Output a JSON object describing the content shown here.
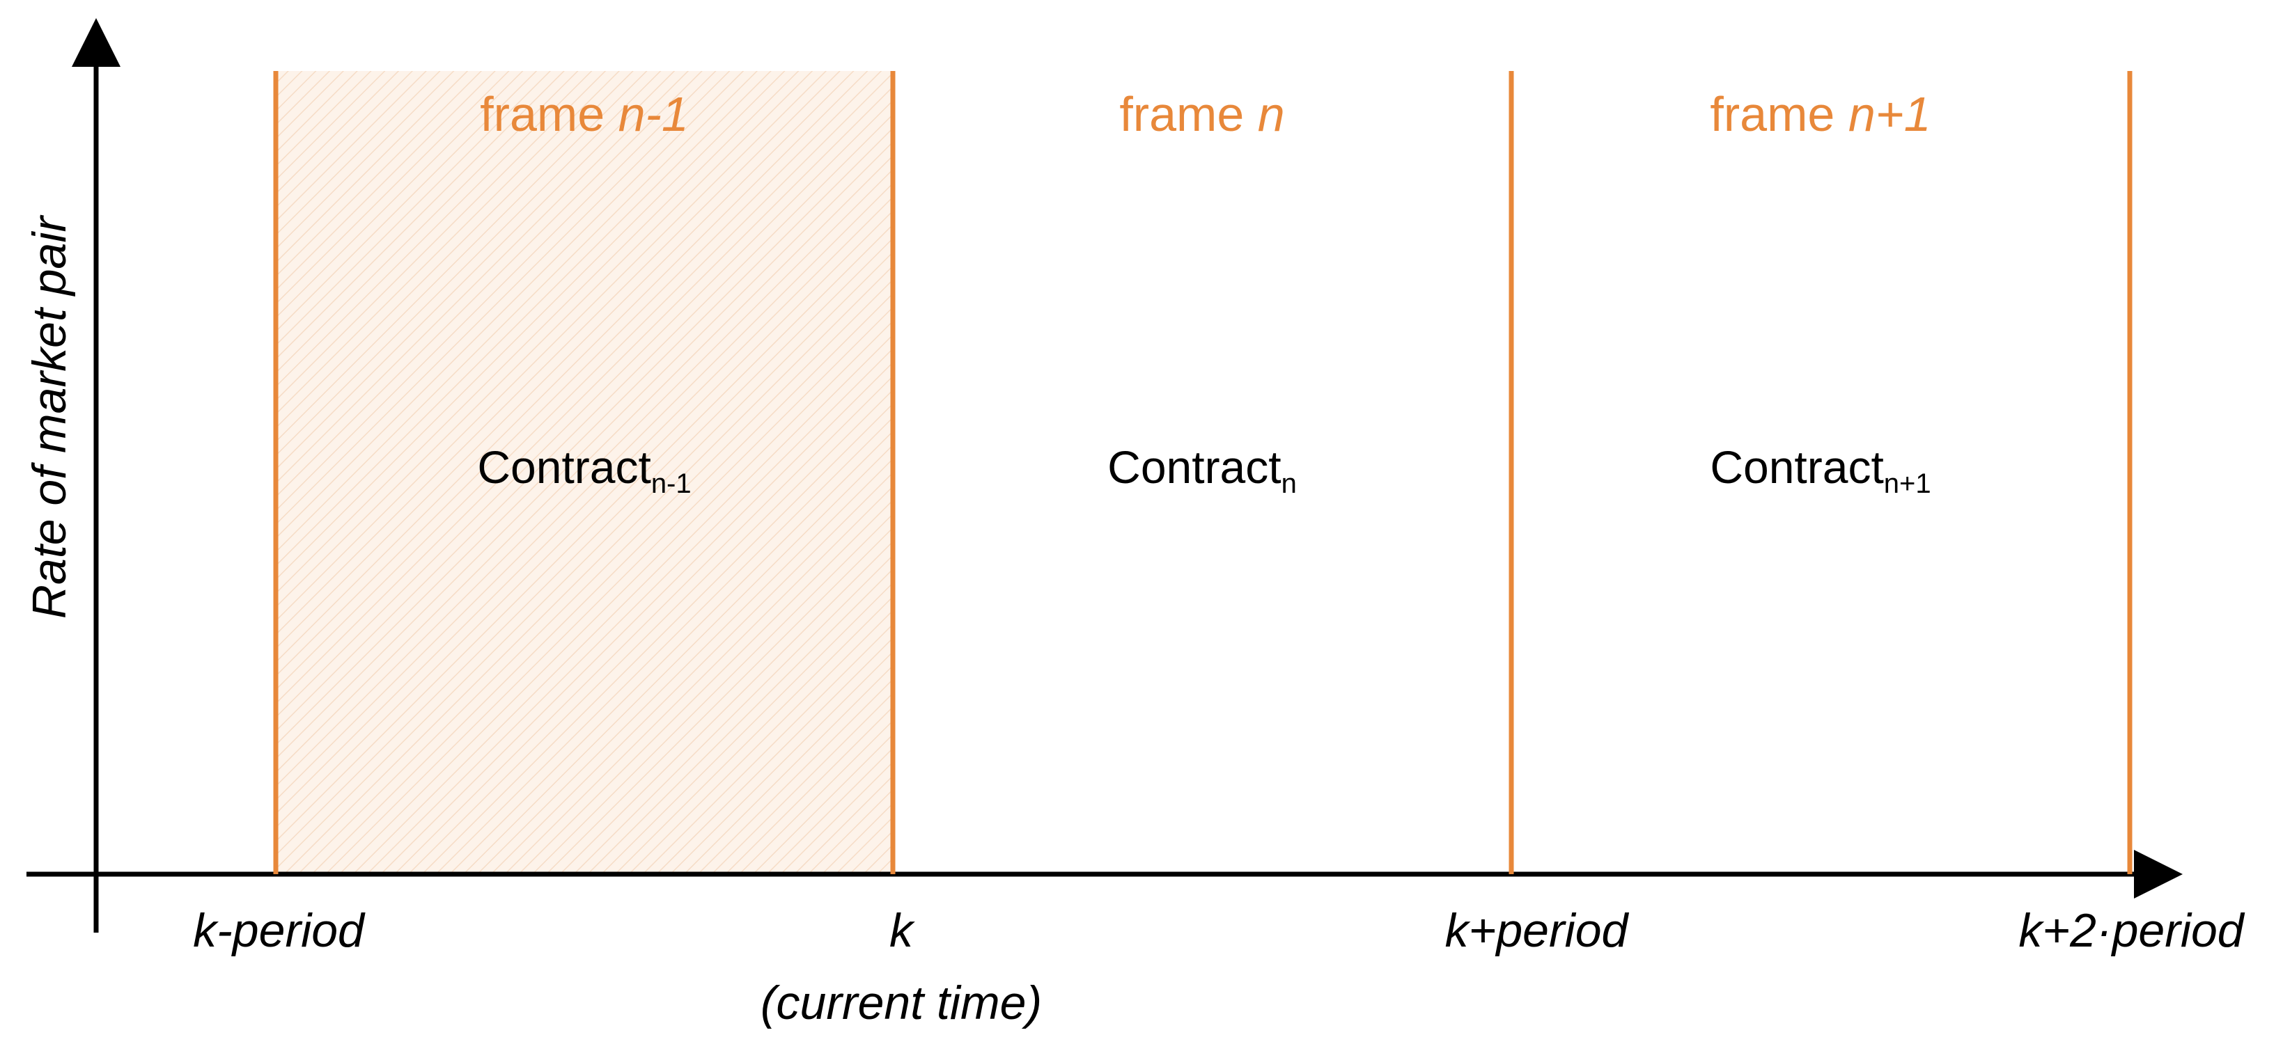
{
  "colors": {
    "accent": "#E8883A",
    "shade": "#FDF0E6",
    "axis": "#000000"
  },
  "y_axis_label": "Rate of market pair",
  "frames": [
    {
      "title_word": "frame",
      "title_index": "n-1",
      "contract_base": "Contract",
      "contract_sub": "n-1",
      "shaded": true
    },
    {
      "title_word": "frame",
      "title_index": "n",
      "contract_base": "Contract",
      "contract_sub": "n",
      "shaded": false
    },
    {
      "title_word": "frame",
      "title_index": "n+1",
      "contract_base": "Contract",
      "contract_sub": "n+1",
      "shaded": false
    }
  ],
  "time_ticks": [
    {
      "label": "k-period",
      "sublabel": ""
    },
    {
      "label": "k",
      "sublabel": "(current time)"
    },
    {
      "label": "k+period",
      "sublabel": ""
    },
    {
      "label": "k+2·period",
      "sublabel": ""
    }
  ]
}
